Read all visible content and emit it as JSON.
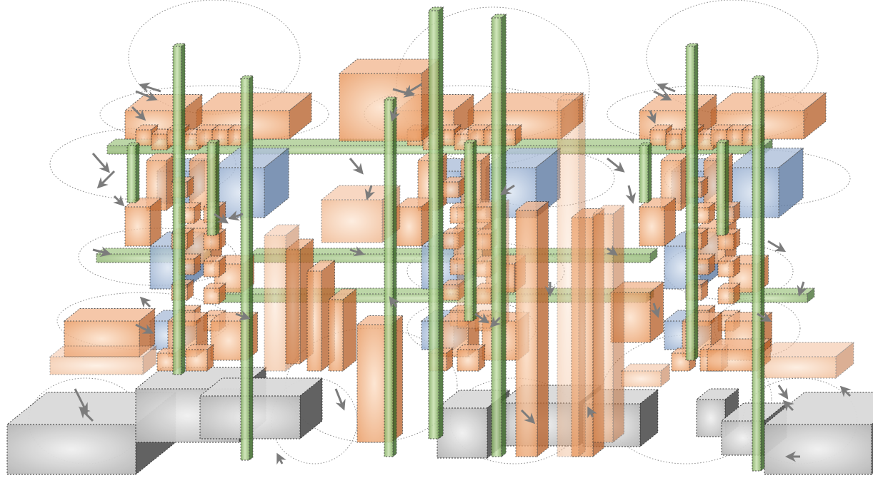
{
  "diagram": {
    "title": "",
    "palette": {
      "copper_front": "#e8955a",
      "copper_light": "#fde0c8",
      "copper_top": "#f3b892",
      "copper_side": "#b8622c",
      "blue_front": "#8fa8cc",
      "blue_light": "#dbe5f2",
      "blue_top": "#aec0da",
      "blue_side": "#5f7ba3",
      "grey_front": "#b9b9b9",
      "grey_light": "#f1f1f1",
      "grey_top": "#dadada",
      "grey_side": "#5a5a5a",
      "green_front": "#7faa5e",
      "green_light": "#c9e2b0",
      "green_top": "#a6c98a",
      "green_side": "#3f6a2c",
      "arrow": "#7c7c7c",
      "outline": "#2a2a2a"
    },
    "cell_count": 3,
    "element_types": [
      "copper-block",
      "insulator-block",
      "ground-block",
      "green-via",
      "green-rail",
      "current-arrow",
      "field-loop"
    ]
  }
}
